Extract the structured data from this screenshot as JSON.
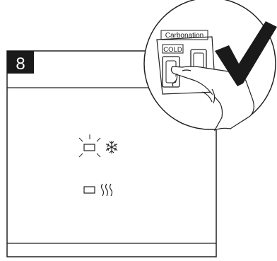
{
  "step": {
    "number": "8"
  },
  "callout": {
    "carbonation_label": "Carbonation",
    "cold_label": "COLD",
    "check_icon": "checkmark-icon"
  },
  "panel": {
    "cooling_indicator": {
      "icon": "snowflake-icon",
      "state": "lit"
    },
    "heating_indicator": {
      "icon": "heat-waves-icon",
      "state": "off"
    }
  }
}
